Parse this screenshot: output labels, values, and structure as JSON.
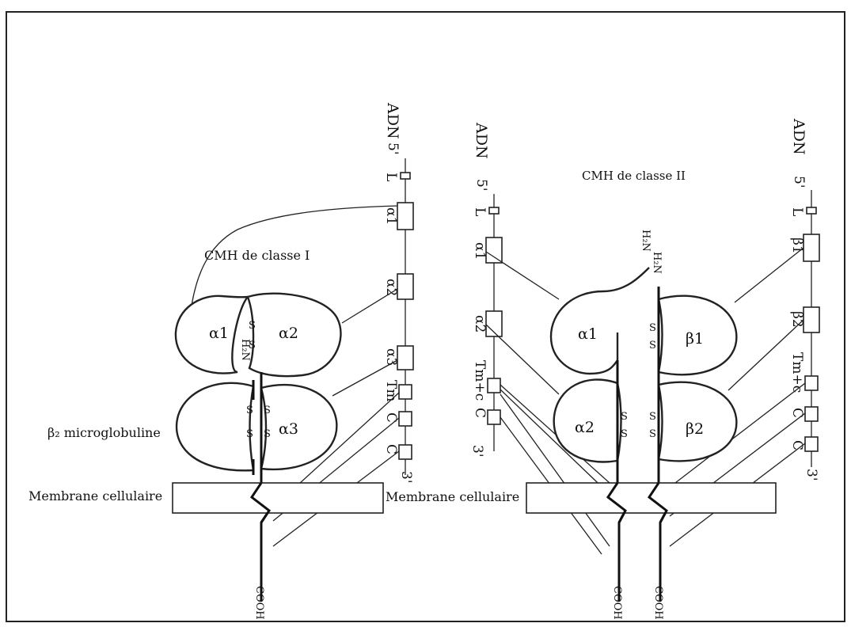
{
  "dna": {
    "label": "ADN",
    "five_prime": "5'",
    "three_prime": "3'"
  },
  "class_i": {
    "title": "CMH de classe I",
    "exons": {
      "L": "L",
      "a1": "α1",
      "a2": "α2",
      "a3": "α3",
      "tm": "Tm",
      "c1": "C",
      "c2": "C"
    },
    "domains": {
      "a1": "α1",
      "a2": "α2",
      "a3": "α3"
    },
    "b2m": "β₂ microglobuline",
    "nh2": "H₂N",
    "disulfide": "S",
    "membrane": "Membrane cellulaire",
    "cooh": "COOH"
  },
  "class_ii": {
    "title": "CMH de classe II",
    "alpha_exons": {
      "L": "L",
      "a1": "α1",
      "a2": "α2",
      "tmc": "Tm+c",
      "c": "C"
    },
    "beta_exons": {
      "L": "L",
      "b1": "β1",
      "b2": "β2",
      "tmc": "Tm+c",
      "c": "C"
    },
    "domains": {
      "a1": "α1",
      "a2": "α2",
      "b1": "β1",
      "b2": "β2"
    },
    "nh2": "H₂N",
    "disulfide": "S",
    "membrane": "Membrane cellulaire",
    "cooh": "COOH"
  }
}
